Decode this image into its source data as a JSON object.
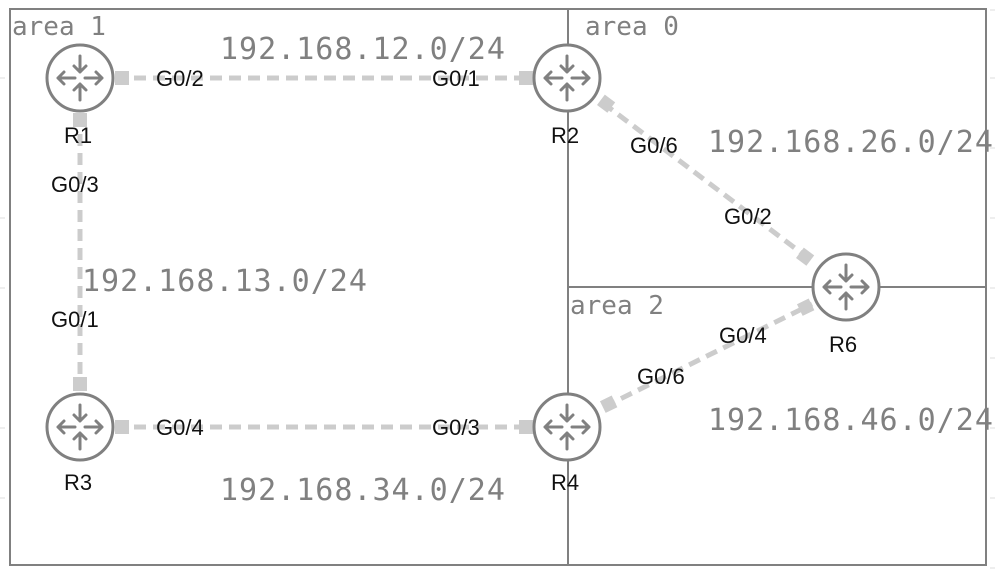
{
  "areas": [
    {
      "id": "area1",
      "label": "area 1"
    },
    {
      "id": "area0",
      "label": "area 0"
    },
    {
      "id": "area2",
      "label": "area 2"
    }
  ],
  "routers": [
    {
      "id": "R1",
      "label": "R1"
    },
    {
      "id": "R2",
      "label": "R2"
    },
    {
      "id": "R3",
      "label": "R3"
    },
    {
      "id": "R4",
      "label": "R4"
    },
    {
      "id": "R6",
      "label": "R6"
    }
  ],
  "links": [
    {
      "from": "R1",
      "to": "R2",
      "network": "192.168.12.0/24",
      "from_if": "G0/2",
      "to_if": "G0/1"
    },
    {
      "from": "R1",
      "to": "R3",
      "network": "192.168.13.0/24",
      "from_if": "G0/3",
      "to_if": "G0/1"
    },
    {
      "from": "R3",
      "to": "R4",
      "network": "192.168.34.0/24",
      "from_if": "G0/4",
      "to_if": "G0/3"
    },
    {
      "from": "R2",
      "to": "R6",
      "network": "192.168.26.0/24",
      "from_if": "G0/6",
      "to_if": "G0/2"
    },
    {
      "from": "R4",
      "to": "R6",
      "network": "192.168.46.0/24",
      "from_if": "G0/6",
      "to_if": "G0/4"
    }
  ],
  "colors": {
    "area_border": "#808080",
    "link": "#cccccc",
    "router_icon": "#808080",
    "network_text": "#808080",
    "interface_text": "#111111"
  }
}
